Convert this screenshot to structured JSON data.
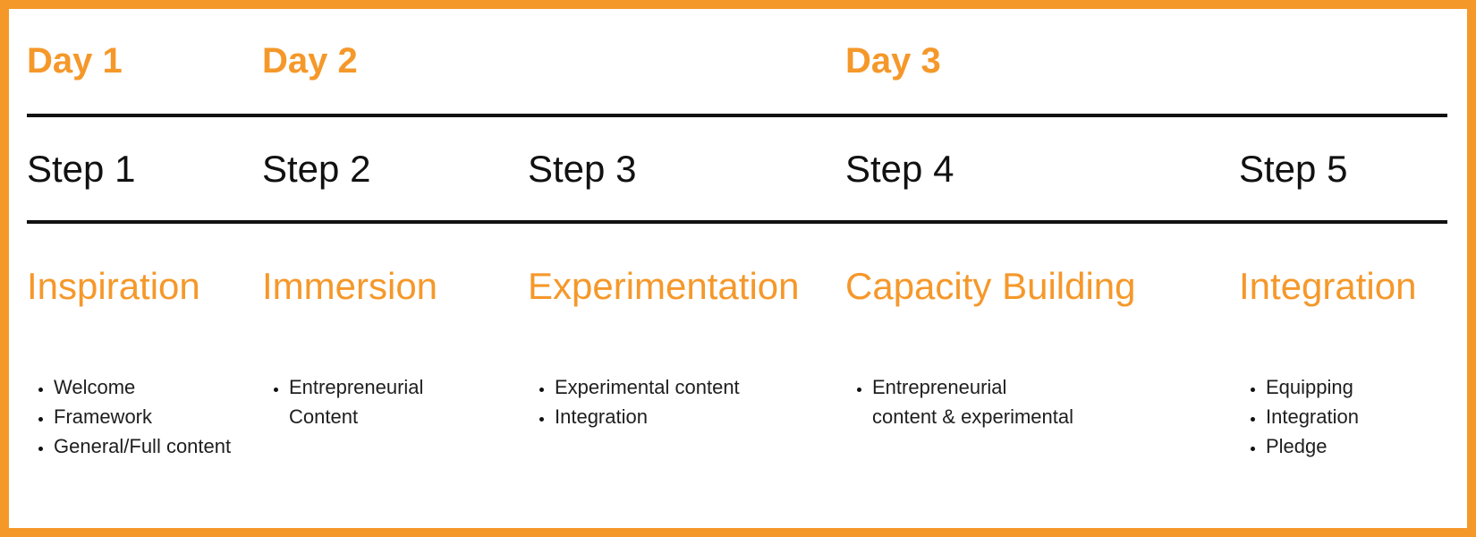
{
  "palette": {
    "orange": "#F5982A",
    "line": "#111111",
    "text": "#1E1E1E",
    "background": "#FFFFFF"
  },
  "columns": [
    {
      "day": "Day 1",
      "step": "Step 1",
      "phase": "Inspiration",
      "bullets": [
        "Welcome",
        "Framework",
        "General/Full content"
      ]
    },
    {
      "day": "Day 2",
      "step": "Step 2",
      "phase": "Immersion",
      "bullets": [
        "Entrepreneurial\nContent"
      ]
    },
    {
      "day": "",
      "step": "Step 3",
      "phase": "Experimentation",
      "bullets": [
        "Experimental content",
        "Integration"
      ]
    },
    {
      "day": "Day 3",
      "step": "Step 4",
      "phase": "Capacity Building",
      "bullets": [
        "Entrepreneurial\ncontent & experimental"
      ]
    },
    {
      "day": "",
      "step": "Step 5",
      "phase": "Integration",
      "bullets": [
        "Equipping",
        "Integration",
        "Pledge"
      ]
    }
  ]
}
